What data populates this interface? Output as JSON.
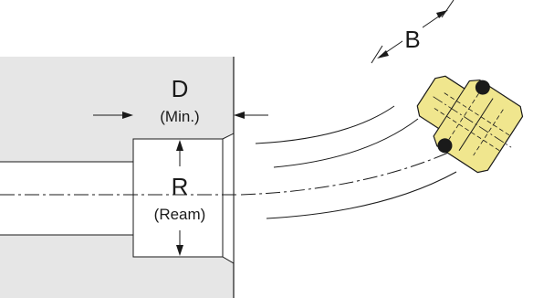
{
  "labels": {
    "d": "D",
    "d_sub": "(Min.)",
    "r": "R",
    "r_sub": "(Ream)",
    "b": "B"
  },
  "colors": {
    "housing_fill": "#e6e6e6",
    "bore_fill": "#ffffff",
    "cartridge_fill": "#f0e68e",
    "oring_fill": "#1a1a1a",
    "line": "#1a1a1a"
  }
}
